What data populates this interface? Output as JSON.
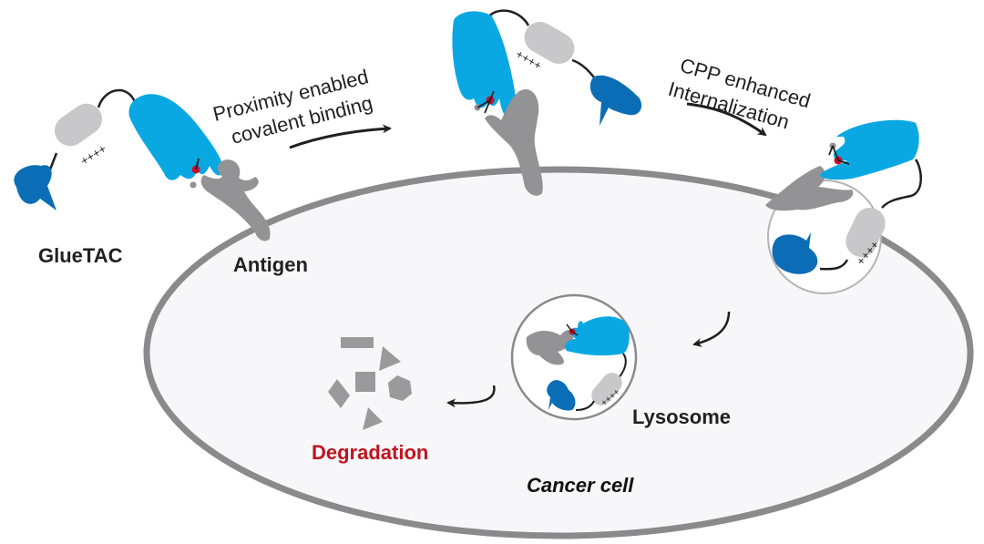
{
  "figure": {
    "title": "GlueTAC mechanism",
    "labels": {
      "gluetac": "GlueTAC",
      "antigen": "Antigen",
      "step1_line1": "Proximity enabled",
      "step1_line2": "covalent binding",
      "step2_line1": "CPP enhanced",
      "step2_line2": "Internalization",
      "lysosome": "Lysosome",
      "degradation": "Degradation",
      "cancer_cell": "Cancer cell",
      "charges": "++++"
    },
    "colors": {
      "nanobody": "#0aa8e2",
      "ligand": "#0b6db5",
      "cpp": "#c8c8ca",
      "antigen": "#939396",
      "membrane": "#8a8a8d",
      "cell_fill": "#f7f7f9",
      "warhead": "#c8102e",
      "degradation_text": "#c0141f",
      "text": "#231f20"
    },
    "stages": [
      {
        "name": "free-gluetac"
      },
      {
        "name": "covalent-complex"
      },
      {
        "name": "internalization"
      },
      {
        "name": "lysosome"
      },
      {
        "name": "degradation"
      }
    ]
  }
}
